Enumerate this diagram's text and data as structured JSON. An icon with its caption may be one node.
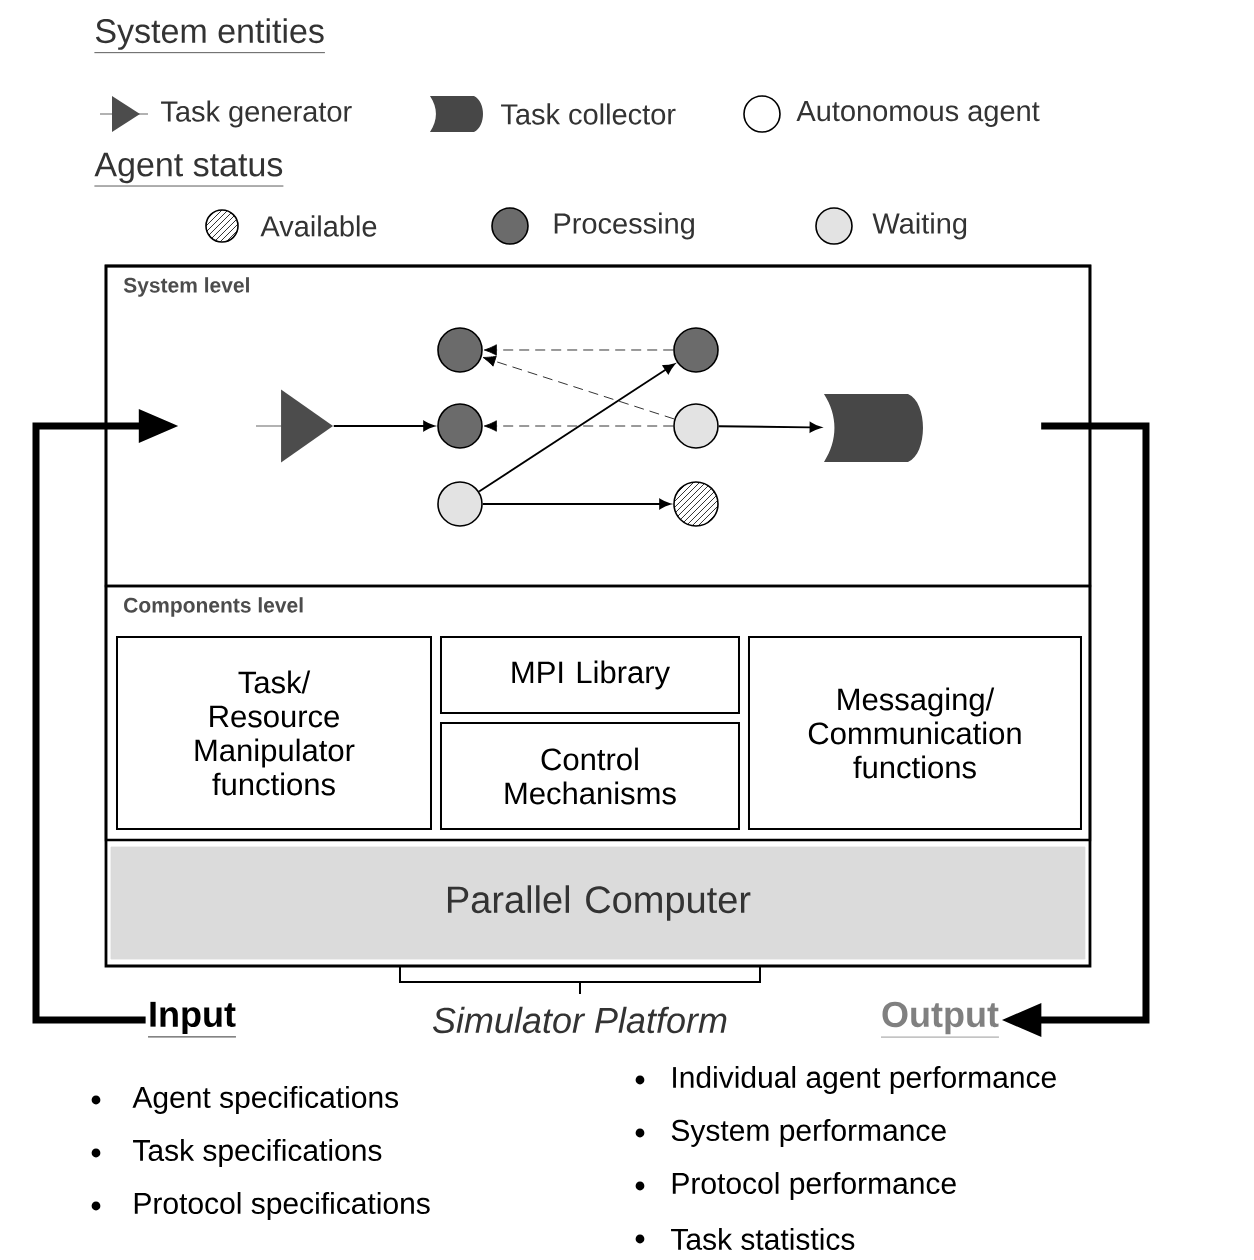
{
  "diagram": {
    "nodes": [
      {
        "text": [
          "System level"
        ]
      },
      {
        "text": [
          "Components level"
        ]
      },
      {
        "text": [
          "Task/ Resource Manipulator functions"
        ],
        "in": 1
      },
      {
        "text": [
          "MPI Library"
        ],
        "in": 1
      },
      {
        "text": [
          "Control Mechanisms"
        ],
        "in": 1
      },
      {
        "text": [
          "Messaging/ Communication functions"
        ],
        "in": 1
      },
      {
        "text": [
          "Parallel Computer"
        ]
      },
      {
        "text": [],
        "shape": "triangle",
        "in": 0
      },
      {
        "text": [],
        "shape": "circle",
        "in": 0
      },
      {
        "text": [],
        "shape": "circle",
        "in": 0
      },
      {
        "text": [],
        "shape": "circle",
        "in": 0
      },
      {
        "text": [],
        "shape": "circle",
        "in": 0
      },
      {
        "text": [],
        "shape": "circle",
        "in": 0
      },
      {
        "text": [],
        "shape": "circle",
        "in": 0
      },
      {
        "text": [],
        "shape": "box",
        "in": 0
      },
      {
        "text": [
          "Input"
        ],
        "beside": [
          "Agent specifications",
          "Task specifications",
          "Protocol specifications"
        ]
      },
      {
        "text": [
          "Output"
        ],
        "beside": [
          "Individual agent performance",
          "System performance",
          "Protocol performance",
          "Task statistics"
        ]
      }
    ],
    "edges": [
      {
        "from": 7,
        "to": 9,
        "arrow": "to"
      },
      {
        "from": 11,
        "to": 8,
        "arrow": "to",
        "style": "dashed"
      },
      {
        "from": 12,
        "to": 8,
        "arrow": "to",
        "style": "dashed"
      },
      {
        "from": 12,
        "to": 9,
        "arrow": "to",
        "style": "dashed"
      },
      {
        "from": 10,
        "to": 11,
        "arrow": "to"
      },
      {
        "from": 10,
        "to": 13,
        "arrow": "to"
      },
      {
        "from": 12,
        "to": 14,
        "arrow": "to"
      },
      {
        "from": 15,
        "to": 0,
        "arrow": "to",
        "style": "thick"
      },
      {
        "from": 0,
        "to": 16,
        "arrow": "to",
        "style": "thick"
      }
    ],
    "labels": [
      "System entities",
      "Agent status",
      "Simulator Platform"
    ],
    "legend": [
      {
        "text": "Task generator"
      },
      {
        "text": "Task collector"
      },
      {
        "text": "Autonomous agent"
      },
      {
        "text": "Available"
      },
      {
        "text": "Processing",
        "color": "#6b6b6b"
      },
      {
        "text": "Waiting",
        "color": "#e3e3e3"
      }
    ]
  }
}
